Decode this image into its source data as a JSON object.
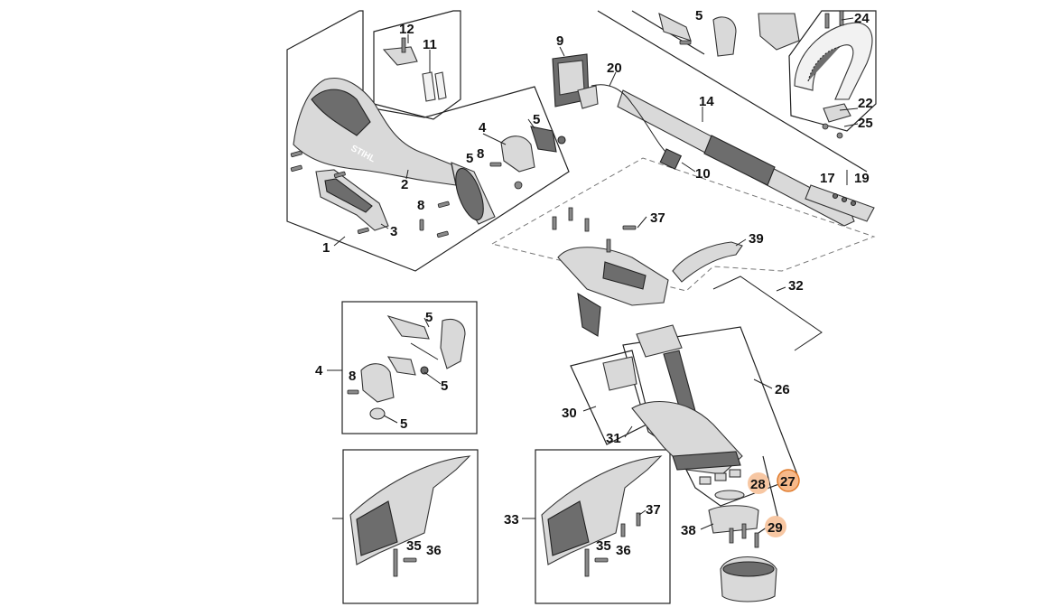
{
  "diagram": {
    "callouts": {
      "c1": "1",
      "c2": "2",
      "c3": "3",
      "c4a": "4",
      "c4b": "4",
      "c5a": "5",
      "c5b": "5",
      "c5c": "5",
      "c5d": "5",
      "c5e": "5",
      "c5f": "5",
      "c8a": "8",
      "c8b": "8",
      "c8c": "8",
      "c9": "9",
      "c10": "10",
      "c11": "11",
      "c12": "12",
      "c14": "14",
      "c17": "17",
      "c19": "19",
      "c20": "20",
      "c22": "22",
      "c24": "24",
      "c25": "25",
      "c26": "26",
      "c27": "27",
      "c28": "28",
      "c29": "29",
      "c30": "30",
      "c31": "31",
      "c32": "32",
      "c33": "33",
      "c35a": "35",
      "c35b": "35",
      "c36a": "36",
      "c36b": "36",
      "c37a": "37",
      "c37b": "37",
      "c38": "38",
      "c39": "39"
    },
    "brand_mark": "STIHL",
    "highlight_color": "#f7b98a",
    "highlight_stroke": "#e07b2c"
  }
}
